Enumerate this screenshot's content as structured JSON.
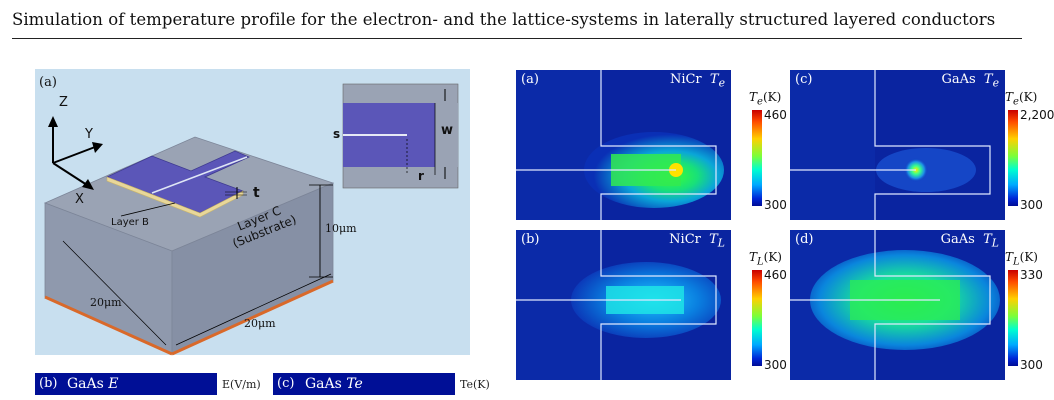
{
  "header": {
    "title": "Simulation of temperature profile for the electron- and the lattice-systems in laterally structured layered conductors"
  },
  "left_figure": {
    "panel_label": "(a)",
    "axis_z": "Z",
    "axis_y": "Y",
    "axis_x": "X",
    "layer_b_label": "Layer B",
    "layer_c_label_line1": "Layer C",
    "layer_c_label_line2": "(Substrate)",
    "dim_t": "t",
    "dim_height": "10μm",
    "dim_width_left": "20μm",
    "dim_width_right": "20μm",
    "inset": {
      "dim_s": "s",
      "dim_w": "w",
      "dim_r": "r"
    },
    "colors": {
      "background": "#c8dfef",
      "block_top": "#9aa3b4",
      "block_side": "#8892a6",
      "strip": "#5b56b8",
      "substrate_edge": "#d9692a"
    }
  },
  "bottom_panels": [
    {
      "label": "(b)",
      "material": "GaAs",
      "symbol": "E",
      "unit": "E(V/m)"
    },
    {
      "label": "(c)",
      "material": "GaAs",
      "symbol": "Te",
      "unit": "Te(K)"
    }
  ],
  "heatmaps": [
    {
      "label": "(a)",
      "material": "NiCr",
      "sym": "T",
      "sub": "e",
      "unit_sym": "T",
      "unit_sub": "e",
      "unit_rest": "(K)",
      "max": "460",
      "min": "300"
    },
    {
      "label": "(c)",
      "material": "GaAs",
      "sym": "T",
      "sub": "e",
      "unit_sym": "T",
      "unit_sub": "e",
      "unit_rest": "(K)",
      "max": "2,200",
      "min": "300"
    },
    {
      "label": "(b)",
      "material": "NiCr",
      "sym": "T",
      "sub": "L",
      "unit_sym": "T",
      "unit_sub": "L",
      "unit_rest": "(K)",
      "max": "460",
      "min": "300"
    },
    {
      "label": "(d)",
      "material": "GaAs",
      "sym": "T",
      "sub": "L",
      "unit_sym": "T",
      "unit_sub": "L",
      "unit_rest": "(K)",
      "max": "330",
      "min": "300"
    }
  ]
}
